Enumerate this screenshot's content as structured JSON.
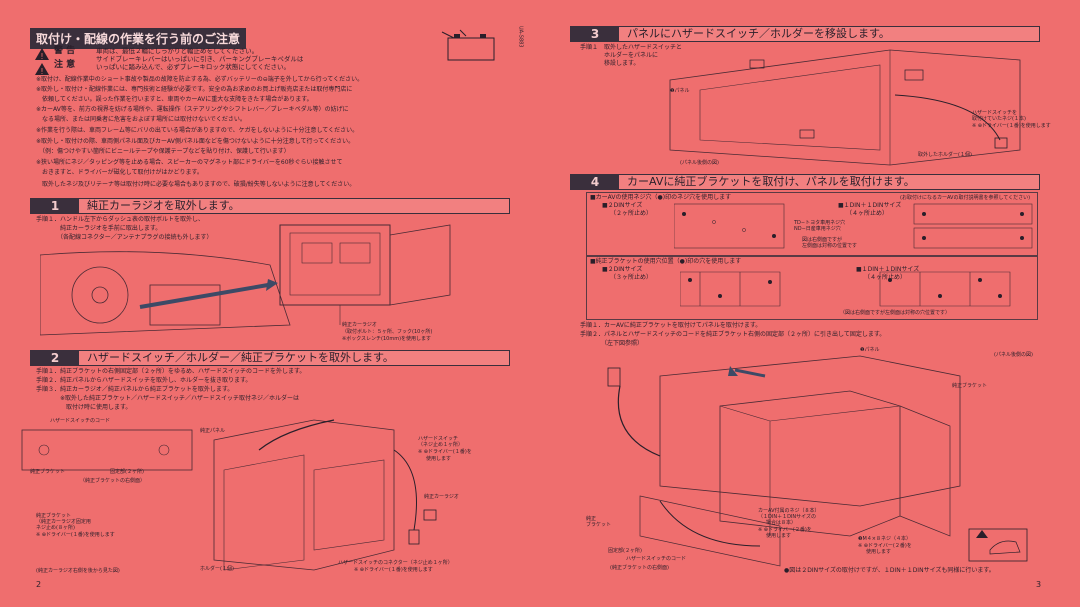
{
  "left": {
    "header": "取付け・配線の作業を行う前のご注意",
    "warning_label": "警 告",
    "caution_label": "注 意",
    "warning_text": "車両は、最低２輪にしっかりと輪止めをしてください。",
    "caution_text_1": "サイドブレーキレバーはいっぱいに引き、パーキングブレーキペダルは",
    "caution_text_2": "いっぱいに踏み込んで、必ずブレーキロック状態にしてください。",
    "notes": [
      "※取付け、配線作業中のショート事故や製品の故障を防止する為、必ずバッテリーの⊖端子を外してから行ってください。",
      "※取外し・取付け・配線作業には、専門技術と経験が必要です。安全の為お求めのお買上げ販売店または取付専門店に",
      "　依頼してください。誤った作業を行いますと、車両やカーAVに重大な支障をきたす場合があります。",
      "※カーAV等を、前方の視界を妨げる場所や、運転操作（ステアリングやシフトレバー／ブレーキペダル等）の妨げに",
      "　なる場所、または同乗者に危害をおよぼす場所には取付けないでください。",
      "※作業を行う際は、車両フレーム等にバリの出ている場合がありますので、ケガをしないように十分注意してください。",
      "※取外し・取付けの際、車両側パネル面及びカーAV側パネル面などを傷つけないように十分注意して行ってください。",
      "　（例：傷つけやすい箇所にビニールテープや保護テープなどを貼り付け、保護して行います）",
      "※狭い場所にネジ／タッピング等を止める場合、スピーカーのマグネット部にドライバーを60秒ぐらい接触させて",
      "　おきますと、ドライバーが磁化して取付けがはかどります。",
      "　取外したネジ及びリテーナ等は取付け時に必要な場合もありますので、破損/紛失等しないように注意してください。"
    ],
    "side_code": "UA-S883",
    "section1": {
      "num": "1",
      "title": "純正カーラジオを取外します。",
      "steps": [
        "手順１．ハンドル左下からダッシュ表の取付ボルトを取外し、",
        "　　　　純正カーラジオを手前に取出します。",
        "　　　　（各配線コネクター／アンテナプラグの接続も外します）"
      ],
      "label_radio": "純正カーラジオ",
      "label_bolt": "（取付ボルト：５ヶ所、フック(10ヶ所)",
      "label_box": "※ボックスレンチ(10mm)を使用します"
    },
    "section2": {
      "num": "2",
      "title": "ハザードスイッチ／ホルダー／純正ブラケットを取外します。",
      "steps": [
        "手順１．純正ブラケットの右側固定部（２ヶ所）をゆるめ、ハザードスイッチのコードを外します。",
        "手順２．純正パネルからハザードスイッチを取外し、ホルダーを抜き取ります。",
        "手順３．純正カーラジオ／純正パネルから純正ブラケットを取外します。",
        "　　　　※取外した純正ブラケット／ハザードスイッチ／ハザードスイッチ取付ネジ／ホルダーは",
        "　　　　　取付け時に使用します。"
      ],
      "labels": {
        "cord": "ハザードスイッチのコード",
        "panel": "純正パネル",
        "bracket": "純正ブラケット",
        "fix": "固定部(２ヶ所)",
        "bracket_right": "（純正ブラケットの右側面）",
        "hazard": "ハザードスイッチ",
        "hazard_screw": "（ネジ止め１ヶ所）",
        "driver1": "※ ⊕ドライバー(１番)を",
        "use": "使用します",
        "radio": "純正カーラジオ",
        "bracket_left": "純正ブラケット",
        "bracket_left2": "（純正カーラジオ固定用",
        "bracket_left3": "ネジ止め(８ヶ所)",
        "driver2": "※ ⊕ドライバー(１番)を使用します",
        "holder": "ホルダー(１個)",
        "connector": "ハザードスイッチのコネクター（ネジ止め１ヶ所）",
        "driver3": "※ ⊕ドライバー(１番)を使用します",
        "view": "(純正カーラジオ右側を後から見た図)"
      }
    },
    "page_num": "2"
  },
  "right": {
    "section3": {
      "num": "3",
      "title": "パネルにハザードスイッチ／ホルダーを移設します。",
      "steps": [
        "手順１　取外したハザードスイッチと",
        "　　　　ホルダーをパネルに",
        "　　　　移設します。"
      ],
      "labels": {
        "panel": "❶パネル",
        "hazard": "ハザードスイッチを",
        "hazard2": "取付けていたネジ(１本)",
        "driver": "※ ⊕ドライバー(１番)を使用します",
        "rear": "(パネル後側の図)",
        "holder": "取外したホルダー(１個)"
      }
    },
    "section4": {
      "num": "4",
      "title": "カーAVに純正ブラケットを取付け、パネルを取付けます。",
      "screw_title": "■カーAVの使用ネジ穴（●)印のネジ穴を使用します",
      "screw_note": "(お取付けになるカーAVの取付説明書を参照してください)",
      "din2": "■２DINサイズ",
      "din2_sub": "（２ヶ所止め）",
      "din11": "■１DIN＋１DINサイズ",
      "din11_sub": "（４ヶ所止め）",
      "toyota": "TD−トヨタ車用ネジ穴",
      "nd": "ND−日産車用ネジ穴",
      "mirror1": "図は右側面ですが",
      "mirror2": "左側面は対称の位置です",
      "bracket_title": "■純正ブラケットの使用穴位置（●)印の穴を使用します",
      "b_din2": "■２DINサイズ",
      "b_din2_sub": "（３ヶ所止め）",
      "b_din11": "■１DIN＋１DINサイズ",
      "b_din11_sub": "（４ヶ所止め）",
      "b_note": "（図は右側面ですが左側面は対称の穴位置です）",
      "steps": [
        "手順１．カーAVに純正ブラケットを取付けてパネルを取付けます。",
        "手順２．パネルとハザードスイッチのコードを純正ブラケット右側の固定部（２ヶ所）に引き出して固定します。",
        "　　　　（左下図参照）"
      ],
      "labels": {
        "panel": "❶パネル",
        "rear": "(パネル後側の図)",
        "bracket": "純正ブラケット",
        "screw1": "カーAV付属のネジ（８本）",
        "screw2": "（１DIN＋１DINサイズの",
        "screw3": "場合は８本）",
        "driver": "※ ⊕ドライバー(２番)を",
        "use": "使用します",
        "bracket2": "純正",
        "bracket3": "ブラケット",
        "fix": "固定部(２ヶ所)",
        "cord": "ハザードスイッチのコード",
        "right_side": "(純正ブラケットの右側面)",
        "m5": "❸M４×８ネジ（４本）",
        "driver2": "※ ⊕ドライバー(２番)を",
        "use2": "使用します"
      },
      "footnote": "●図は２DINサイズの取付けですが、１DIN＋１DINサイズも同様に行います。"
    },
    "page_num": "3"
  },
  "colors": {
    "background": "#ef6e6e",
    "ink": "#2a1f2a",
    "header_bg": "#3a2f3c",
    "header_text": "#f7d9da"
  }
}
